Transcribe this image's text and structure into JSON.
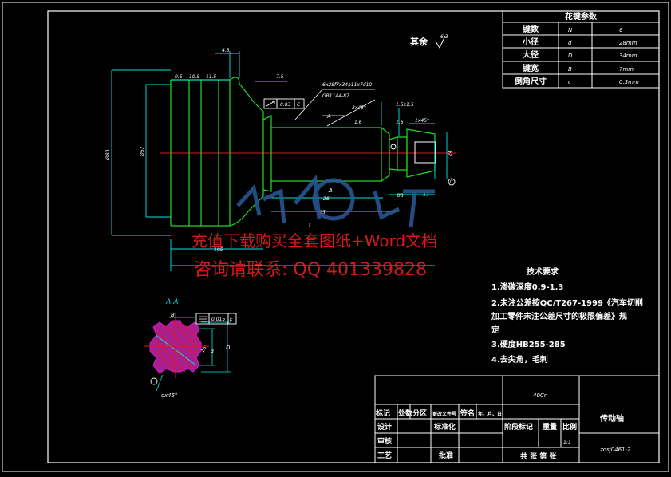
{
  "spline_table": {
    "title": "花键参数",
    "rows": [
      {
        "label": "键数",
        "symbol": "N",
        "value": "6"
      },
      {
        "label": "小径",
        "symbol": "d",
        "value": "28mm"
      },
      {
        "label": "大径",
        "symbol": "D",
        "value": "34mm"
      },
      {
        "label": "键宽",
        "symbol": "B",
        "value": "7mm"
      },
      {
        "label": "倒角尺寸",
        "symbol": "c",
        "value": "0.3mm"
      }
    ]
  },
  "roughness_note": {
    "text": "其余",
    "value": "6.3"
  },
  "spline_callout": {
    "line1": "6x28f7x34a11x7d10",
    "line2": "GB1144-87"
  },
  "dimensions": {
    "d_43": "4.3",
    "d_05": "0.5",
    "d_105": "10.5",
    "d_115": "11.5",
    "d_75": "7.5",
    "d_3x45": "3x45°",
    "d_16": "1.6",
    "d_15x15": "1.5x1.5",
    "d_1x45": "1x45°",
    "d_16b": "1.6",
    "d_phi80": "Ø80",
    "d_phi67": "Ø67",
    "d_phi24": "24",
    "d_phi8": "Ø8",
    "d_17": "17",
    "d_26": "26",
    "d_95": "95",
    "d_105b": "105",
    "d_1a": "1",
    "d_1b": "1",
    "d_chev": "0.03",
    "d_ref": "C",
    "sec_arrow_top": "A",
    "sec_arrow_bot": "A",
    "d_c": "C"
  },
  "section": {
    "title": "A-A",
    "b_label": "B",
    "tolerance_value": "0.015",
    "tolerance_ref": "E",
    "dim_d": "D",
    "dim_d_small": "d",
    "chamfer": "cx45°",
    "dim_a": "15"
  },
  "watermark": {
    "line1": "充值下载购买全套图纸+Word文档",
    "line2": "咨询请联系: QQ 401339828"
  },
  "tech_requirements": {
    "title": "技术要求",
    "items": [
      "1.渗碳深度0.9-1.3",
      "2.未注公差按QC/T267-1999《汽车切削",
      "加工零件未注公差尺寸的极限偏差》规",
      "定",
      "3.硬度HB255-285",
      "4.去尖角，毛刺"
    ]
  },
  "title_block": {
    "material": "40Cr",
    "part_name": "传动轴",
    "drawing_no": "zdsj0461-2",
    "scale": "1:1",
    "col_labels": [
      "标记",
      "处数",
      "分区",
      "更改文件号",
      "签名",
      "年、月、日"
    ],
    "row_design": [
      "设计",
      "标准化"
    ],
    "row_review": [
      "审核"
    ],
    "row_process": [
      "工艺",
      "批准"
    ],
    "stage_labels": [
      "阶段标记",
      "重量",
      "比例"
    ],
    "sheet_text": "共 张 第 张"
  },
  "colors": {
    "white": "#ffffff",
    "cyan": "#00e5e5",
    "green": "#22d82a",
    "red": "#e8141a",
    "magenta": "#e012e0",
    "yellow": "#ffff33",
    "background": "#000000"
  }
}
